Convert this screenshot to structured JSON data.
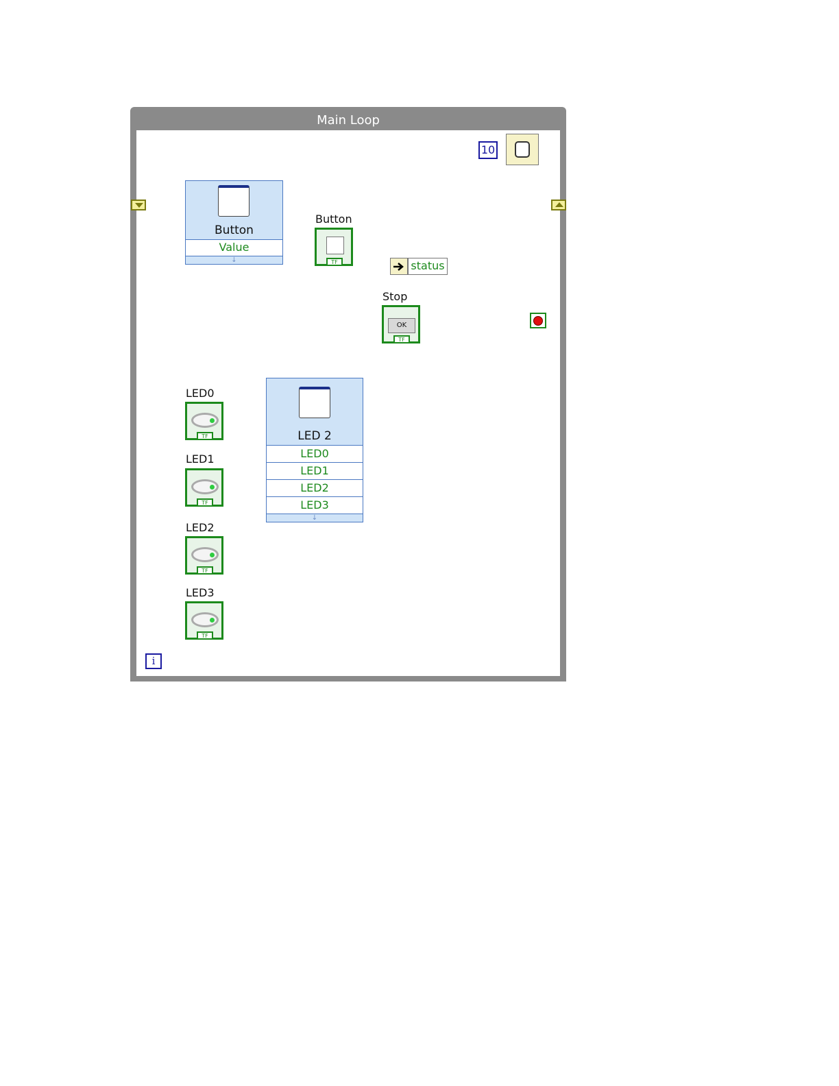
{
  "loop": {
    "title": "Main Loop",
    "iteration_label": "i"
  },
  "wait": {
    "constant": "10"
  },
  "button_node": {
    "title": "Button",
    "property": "Value"
  },
  "button_indicator": {
    "label": "Button"
  },
  "unbundle": {
    "field": "status"
  },
  "stop_control": {
    "label": "Stop",
    "button_text": "OK"
  },
  "led_node": {
    "title": "LED 2",
    "properties": [
      "LED0",
      "LED1",
      "LED2",
      "LED3"
    ]
  },
  "led_controls": [
    "LED0",
    "LED1",
    "LED2",
    "LED3"
  ],
  "tf_label": "TF",
  "colors": {
    "loop_border": "#8a8a8a",
    "node_fill": "#cfe3f7",
    "boolean_wire": "#1e8a1e",
    "error_wire": "#7a7a10",
    "numeric": "#1a1aa0"
  }
}
